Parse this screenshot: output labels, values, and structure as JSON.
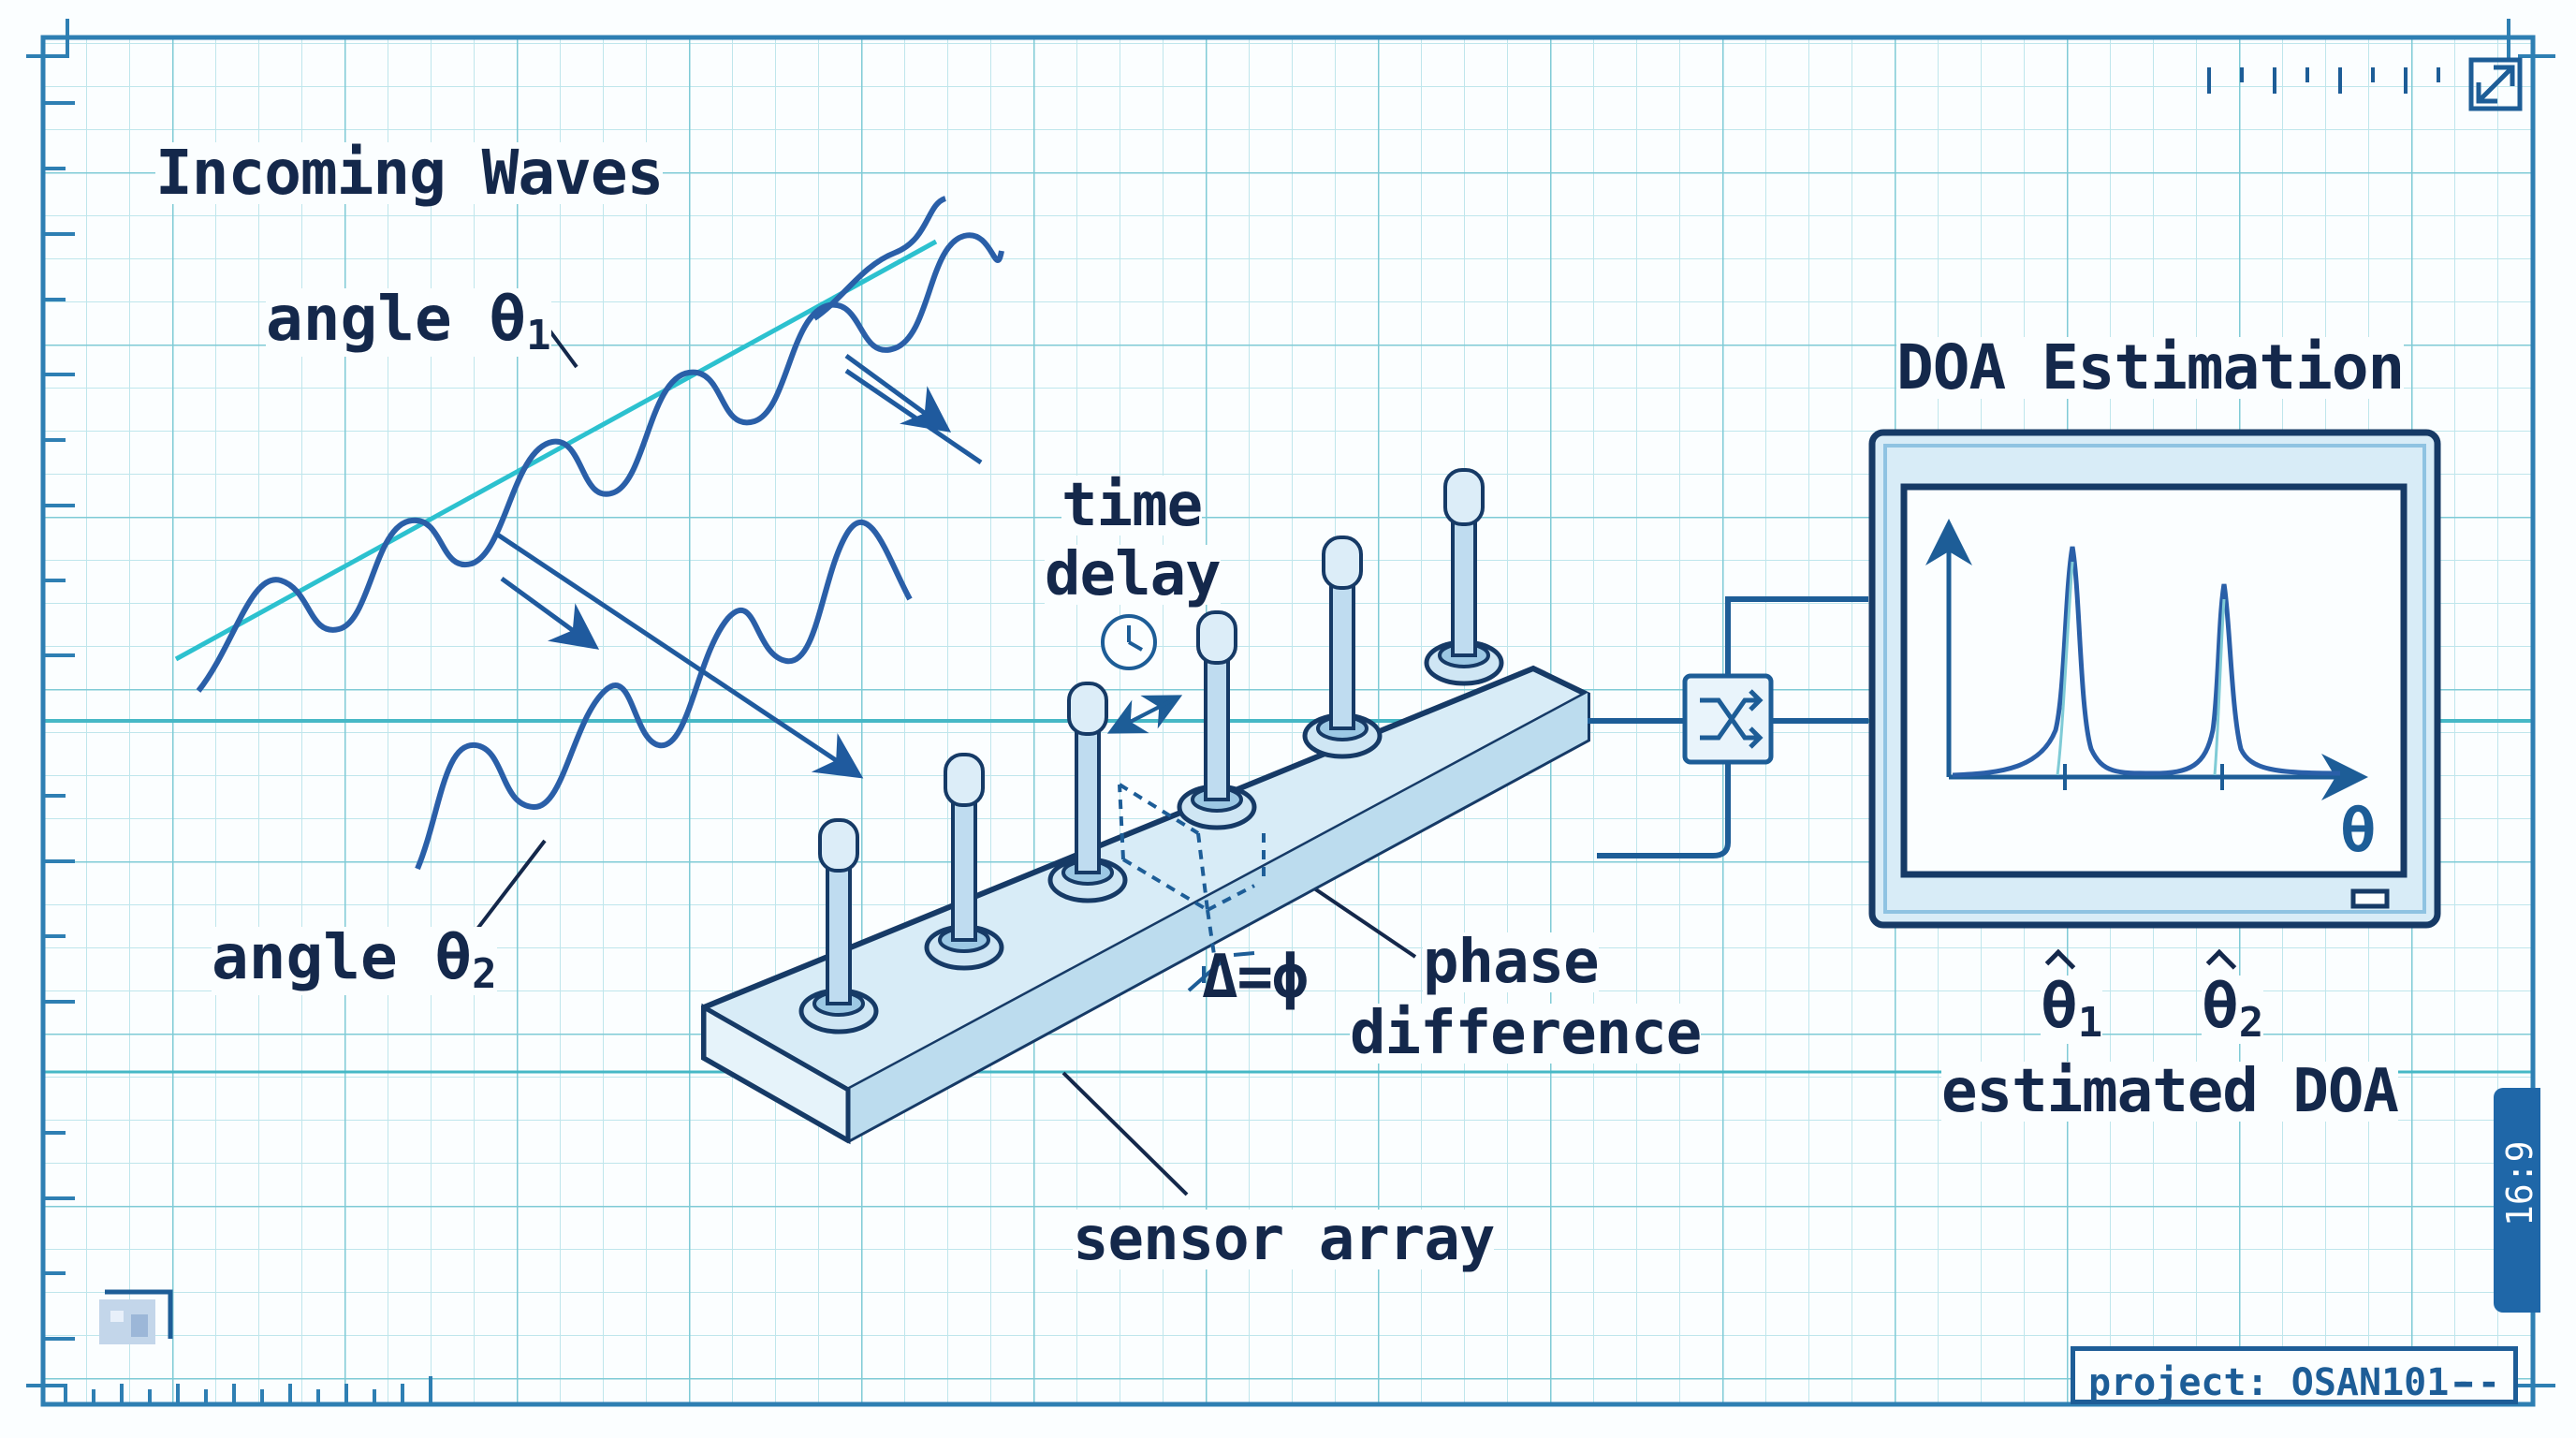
{
  "labels": {
    "incoming_waves": "Incoming Waves",
    "angle_theta1": "angle θ",
    "angle_theta1_sub": "1",
    "angle_theta2": "angle θ",
    "angle_theta2_sub": "2",
    "time": "time",
    "delay": "delay",
    "phase": "phase",
    "difference": "difference",
    "delta_phi": "Δ=ϕ",
    "sensor_array": "sensor array",
    "doa_estimation": "DOA Estimation",
    "theta_axis": "θ",
    "theta1_hat": "θ",
    "theta1_hat_sub": "1",
    "theta2_hat": "θ",
    "theta2_hat_sub": "2",
    "estimated_doa": "estimated DOA",
    "project": "project: OSAN101-",
    "project_end": "--",
    "aspect": "16:9"
  },
  "icons": {
    "clock": "clock-icon",
    "shuffle": "shuffle-icon",
    "expand": "expand-icon",
    "thumbnail": "image-thumbnail-icon"
  },
  "colors": {
    "grid_line": "#8fd3dc",
    "grid_strong": "#46b8c6",
    "ink": "#14284b",
    "wave": "#2a5fa8",
    "wave_cyan": "#2cc1cf",
    "device_fill": "#d8ecf7",
    "device_edge": "#163a66",
    "accent_tab": "#1f67a8"
  }
}
